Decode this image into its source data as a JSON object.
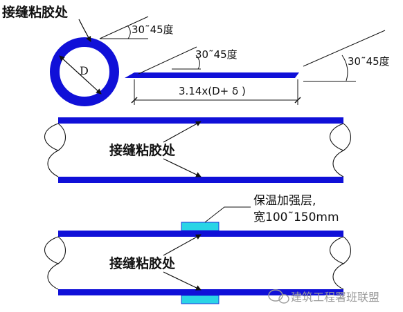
{
  "colors": {
    "pipe_blue": "#1010d8",
    "insulation_cyan": "#2ad4e6",
    "line": "#111111"
  },
  "labels": {
    "seam_top_left": "接缝粘胶处",
    "pipe_diameter": "D",
    "angle_1": "30˜45度",
    "angle_2": "30˜45度",
    "angle_3": "30˜45度",
    "unfold_length": "3.14x(D+ δ )",
    "seam_middle": "接缝粘胶处",
    "reinforce_line1": "保温加强层,",
    "reinforce_line2": "宽100˜150mm",
    "seam_bottom": "接缝粘胶处",
    "watermark": "建筑工程署班联盟"
  },
  "icons": {
    "watermark_icon": "chat-bubble-icon"
  }
}
